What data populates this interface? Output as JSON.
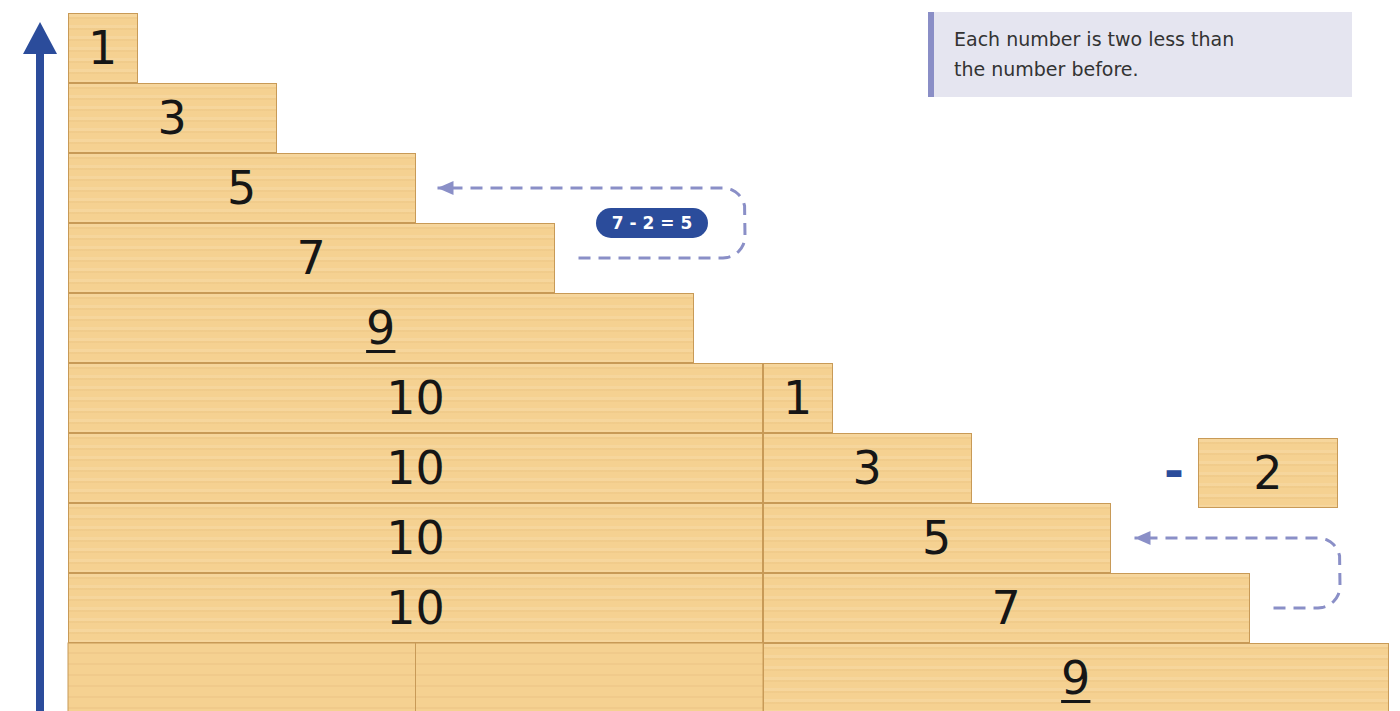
{
  "diagram": {
    "nodes": [
      {
        "text": [
          "1"
        ]
      },
      {
        "text": [
          "3"
        ]
      },
      {
        "text": [
          "5"
        ]
      },
      {
        "text": [
          "7"
        ]
      },
      {
        "text": [
          "9"
        ]
      },
      {
        "text": [
          "10"
        ]
      },
      {
        "text": [
          "10"
        ]
      },
      {
        "text": [
          "10"
        ]
      },
      {
        "text": [
          "10"
        ]
      },
      {
        "text": [
          "Each number is two less than the number before."
        ]
      },
      {
        "text": [
          "1"
        ]
      },
      {
        "text": [
          "3"
        ]
      },
      {
        "text": [
          "5"
        ]
      },
      {
        "text": [
          "7"
        ]
      },
      {
        "text": [
          "9"
        ]
      },
      {
        "text": [
          "2"
        ]
      }
    ],
    "edges": [
      {
        "from": 3,
        "to": 2,
        "label": "7 - 2 = 5",
        "arrow": "to"
      },
      {
        "from": 13,
        "to": 12,
        "arrow": "to"
      }
    ],
    "labels": [
      "-"
    ]
  }
}
